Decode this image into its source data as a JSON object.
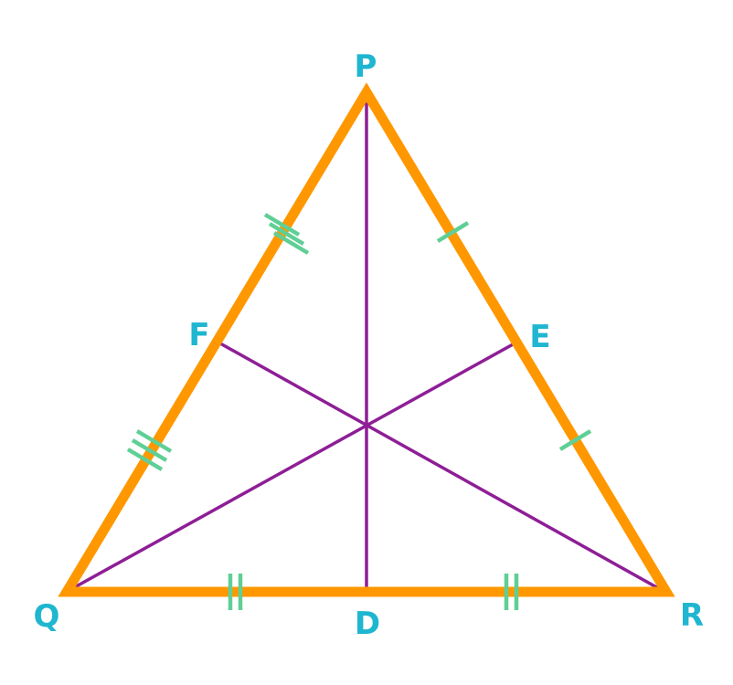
{
  "colors": {
    "triangle": "#ff9800",
    "medians": "#8e1e96",
    "ticks": "#5fcf95",
    "labels": "#1fb6d0"
  },
  "vertices": {
    "top": "P",
    "left": "Q",
    "right": "R"
  },
  "midpoints": {
    "bottom": "D",
    "right": "E",
    "left": "F"
  },
  "tick_marks": {
    "left_side": 3,
    "right_side": 1,
    "bottom_side": 2
  }
}
